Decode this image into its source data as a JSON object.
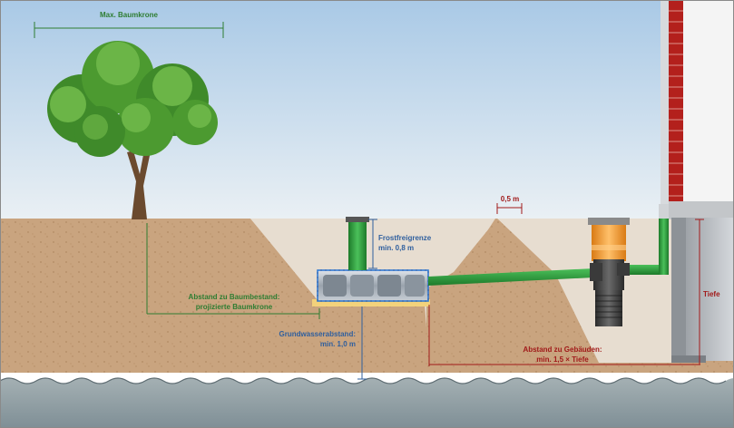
{
  "labels": {
    "crown_width": "Max. Baumkrone",
    "tree_distance_1": "Abstand zu Baumbestand:",
    "tree_distance_2": "projizierte Baumkrone",
    "frost_1": "Frostfreigrenze",
    "frost_2": "min. 0,8 m",
    "groundwater_1": "Grundwasserabstand:",
    "groundwater_2": "min. 1,0 m",
    "slope": "0,5 m",
    "building_distance_1": "Abstand zu Gebäuden:",
    "building_distance_2": "min. 1,5 × Tiefe",
    "depth": "Tiefe"
  },
  "colors": {
    "sky_top": "#a9c9e6",
    "sky_bottom": "#e6eef4",
    "soil": "#c9a47f",
    "excavation": "#e6ddd1",
    "groundwater": "#8f9da3",
    "pipe_green": "#2f9a3a",
    "label_green": "#2e7d32",
    "label_blue": "#2f5f9e",
    "label_red": "#a11a1a",
    "brick": "#b3201c",
    "shaft_orange": "#f29a2e"
  },
  "icons": [
    "tree-icon",
    "infiltration-block-icon",
    "inspection-shaft-icon",
    "brick-wall-icon"
  ]
}
